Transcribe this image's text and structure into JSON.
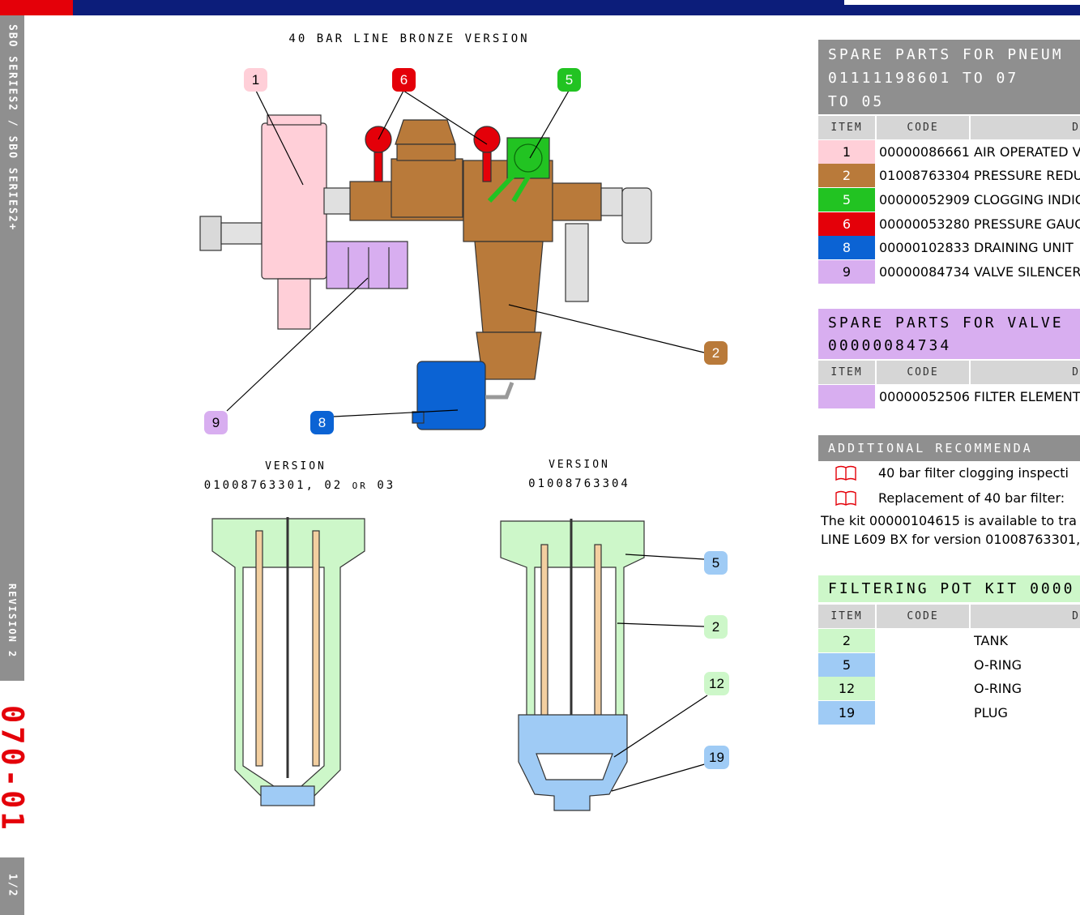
{
  "header": {
    "sidebar_top": "SBO SERIES2 / SBO SERIES2+",
    "revision": "REVISION 2",
    "page_code": "070-01",
    "page_number": "1/2"
  },
  "figures": {
    "main_title": "40 BAR LINE BRONZE VERSION",
    "left_title_1": "VERSION",
    "left_title_2": "01008763301, 02",
    "left_title_or": "OR",
    "left_title_3": "03",
    "right_title_1": "VERSION",
    "right_title_2": "01008763304",
    "badges": {
      "b1": "1",
      "b6": "6",
      "b5": "5",
      "b2": "2",
      "b9": "9",
      "b8": "8",
      "c5": "5",
      "c2": "2",
      "c12": "12",
      "c19": "19"
    }
  },
  "colors": {
    "pink": "#ffcfd8",
    "brown": "#b97a3a",
    "green": "#22c322",
    "red": "#e40009",
    "blue": "#0b63d4",
    "lilac": "#d8aef0",
    "light_green": "#cdf7c9",
    "light_blue": "#9fcbf5",
    "navy": "#0c1d7a",
    "gray": "#8f8f8f"
  },
  "table1": {
    "title_line1": "SPARE PARTS FOR PNEUM",
    "title_line2": "01111198601 TO 07",
    "title_line3": "TO 05",
    "col_item": "ITEM",
    "col_code": "CODE",
    "col_desc": "D",
    "rows": [
      {
        "item": "1",
        "code": "00000086661",
        "desc": "AIR OPERATED V"
      },
      {
        "item": "2",
        "code": "01008763304",
        "desc": "PRESSURE REDU"
      },
      {
        "item": "5",
        "code": "00000052909",
        "desc": "CLOGGING INDIC"
      },
      {
        "item": "6",
        "code": "00000053280",
        "desc": "PRESSURE GAUG"
      },
      {
        "item": "8",
        "code": "00000102833",
        "desc": "DRAINING UNIT"
      },
      {
        "item": "9",
        "code": "00000084734",
        "desc": "VALVE SILENCER"
      }
    ]
  },
  "table2": {
    "title_line1": "SPARE PARTS FOR VALVE",
    "title_line2": "00000084734",
    "col_item": "ITEM",
    "col_code": "CODE",
    "col_desc": "D",
    "rows": [
      {
        "item": "",
        "code": "00000052506",
        "desc": "FILTER ELEMENT"
      }
    ]
  },
  "recommendations": {
    "title": "ADDITIONAL RECOMMENDA",
    "item1": "40 bar filter clogging inspecti",
    "item2": "Replacement of 40 bar filter:",
    "note_line1": "The kit 00000104615 is available to tra",
    "note_line2": "LINE L609 BX for version 01008763301,"
  },
  "table3": {
    "title": "FILTERING POT KIT 0000",
    "col_item": "ITEM",
    "col_code": "CODE",
    "col_desc": "D",
    "rows": [
      {
        "item": "2",
        "code": "",
        "desc": "TANK"
      },
      {
        "item": "5",
        "code": "",
        "desc": "O-RING"
      },
      {
        "item": "12",
        "code": "",
        "desc": "O-RING"
      },
      {
        "item": "19",
        "code": "",
        "desc": "PLUG"
      }
    ]
  }
}
